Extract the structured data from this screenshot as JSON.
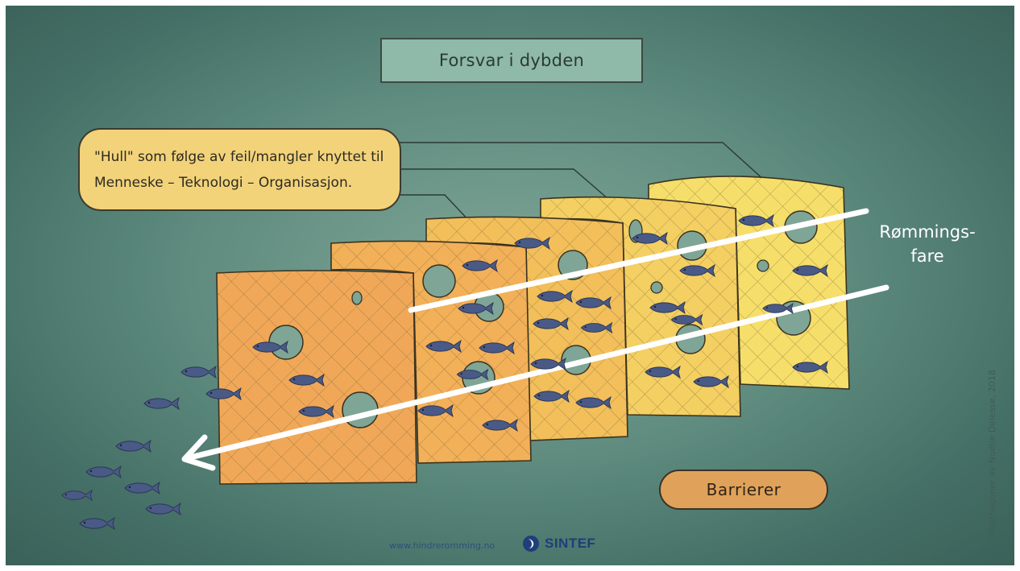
{
  "title": "Forsvar i dybden",
  "callout": {
    "line1": "\"Hull\" som følge av feil/mangler knyttet til",
    "line2": "Menneske – Teknologi – Organisasjon."
  },
  "risk_label": {
    "line1": "Rømmings-",
    "line2": "fare"
  },
  "barrier_label": "Barrierer",
  "credit": "Illustrasjoner av Noëlie Delesse, 2018",
  "website": "www.hindreromming.no",
  "logo_text": "SINTEF",
  "colors": {
    "background": "#5f8c7f",
    "title_box": "#8fb9a8",
    "callout": "#f2d37a",
    "barrier_pill": "#e0a25a",
    "slice_front": "#f0a858",
    "slice_back": "#f6de6a",
    "fish": "#4a5a86",
    "arrow": "#ffffff",
    "logo": "#1f3e7a"
  },
  "icons": [
    "fish-icon",
    "sintef-logo-icon",
    "arrow-icon"
  ]
}
